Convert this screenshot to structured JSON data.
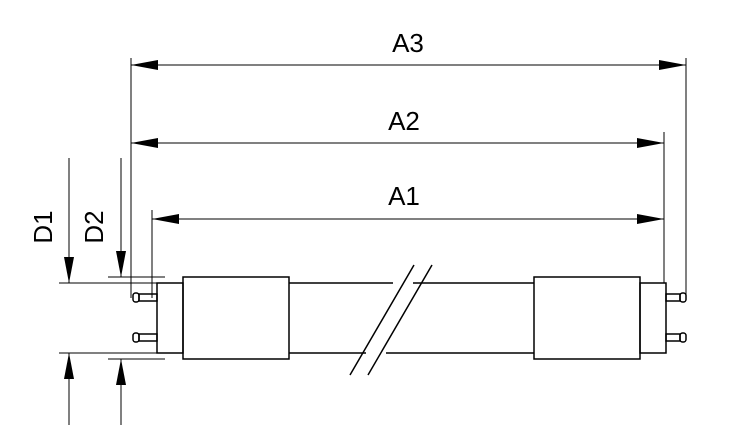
{
  "dimensions": {
    "a3": "A3",
    "a2": "A2",
    "a1": "A1",
    "d1": "D1",
    "d2": "D2"
  },
  "colors": {
    "line": "#000000",
    "background": "#ffffff"
  }
}
